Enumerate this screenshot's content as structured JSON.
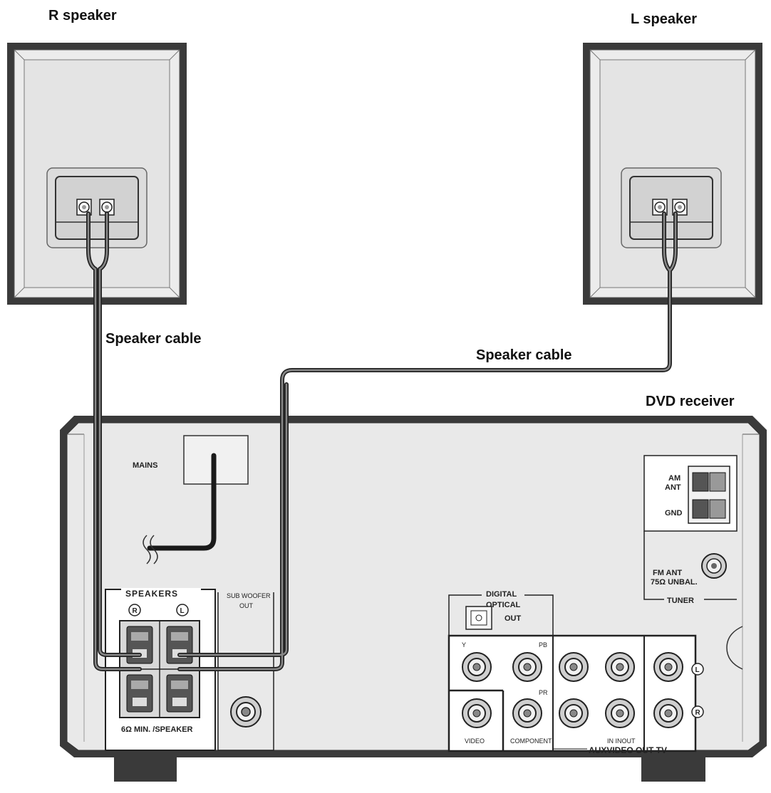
{
  "labels": {
    "r_speaker": "R speaker",
    "l_speaker": "L speaker",
    "speaker_cable_left": "Speaker cable",
    "speaker_cable_right": "Speaker cable",
    "dvd_receiver": "DVD receiver"
  },
  "panel": {
    "mains": "MAINS",
    "speakers_title": "SPEAKERS",
    "speakers_r": "R",
    "speakers_l": "L",
    "speakers_spec": "6Ω MIN. /SPEAKER",
    "subwoofer_line1": "SUB WOOFER",
    "subwoofer_line2": "OUT",
    "am_ant_line1": "AM",
    "am_ant_line2": "ANT",
    "gnd": "GND",
    "fm_ant_line1": "FM ANT",
    "fm_ant_line2": "75Ω UNBAL.",
    "tuner": "TUNER",
    "digital_line1": "DIGITAL",
    "digital_line2": "OPTICAL",
    "optical_out": "OUT",
    "comp_y": "Y",
    "comp_pb": "PB",
    "comp_pr": "PR",
    "video": "VIDEO",
    "component": "COMPONENT",
    "in_inout": "IN INOUT",
    "aux_video_out_tv": "AUXVIDEO OUT TV",
    "jack_l": "L",
    "jack_r": "R"
  }
}
